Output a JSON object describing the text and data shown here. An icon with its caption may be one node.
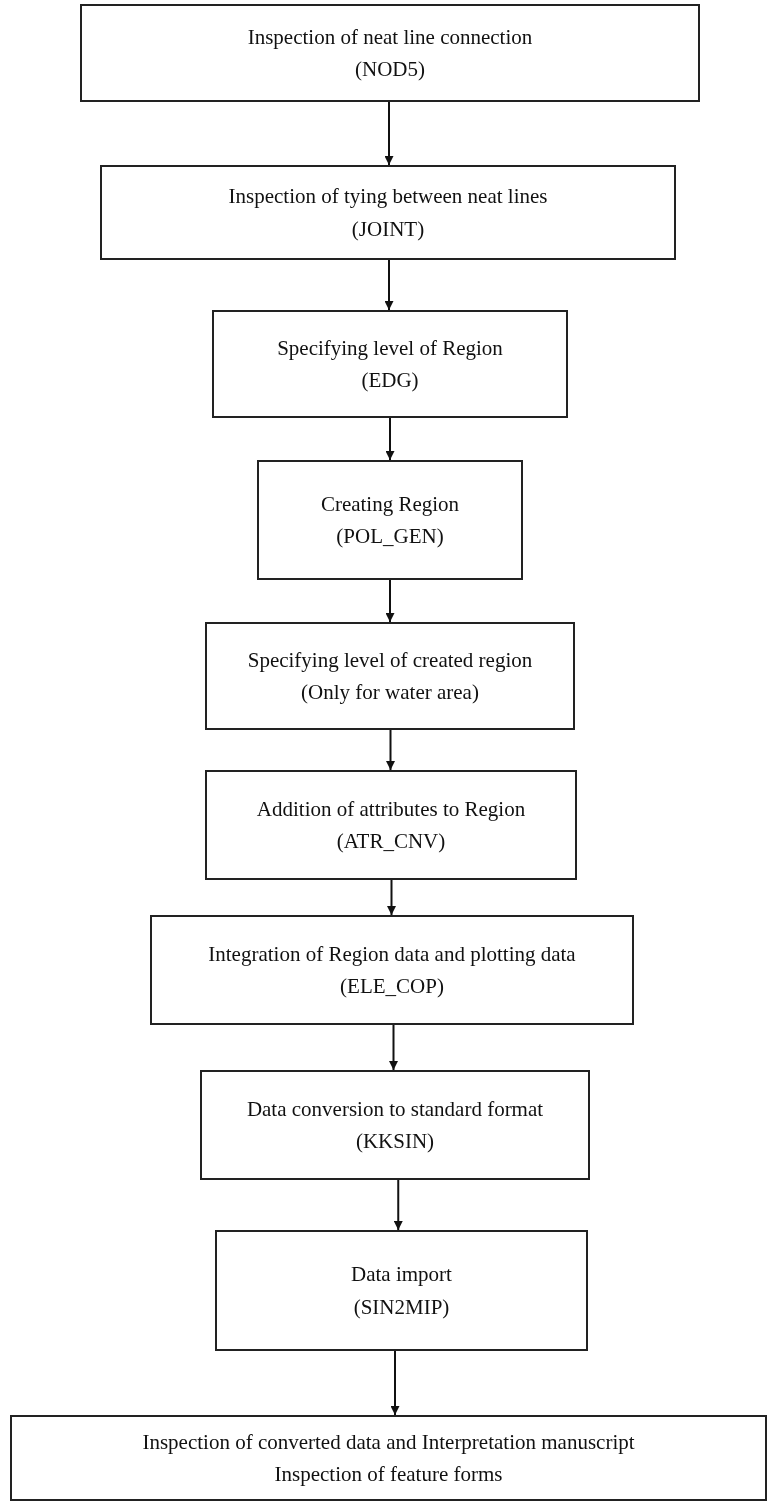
{
  "diagram": {
    "nodes": [
      {
        "text": [
          "Inspection of neat line connection",
          "(NOD5)"
        ]
      },
      {
        "text": [
          "Inspection of tying between neat lines",
          "(JOINT)"
        ]
      },
      {
        "text": [
          "Specifying level of Region",
          "(EDG)"
        ]
      },
      {
        "text": [
          "Creating Region",
          "(POL_GEN)"
        ]
      },
      {
        "text": [
          "Specifying level of created region",
          "(Only for water area)"
        ]
      },
      {
        "text": [
          "Addition of attributes to Region",
          "(ATR_CNV)"
        ]
      },
      {
        "text": [
          "Integration of Region data and plotting data",
          "(ELE_COP)"
        ]
      },
      {
        "text": [
          "Data conversion to standard format",
          "(KKSIN)"
        ]
      },
      {
        "text": [
          "Data import",
          "(SIN2MIP)"
        ]
      },
      {
        "text": [
          "Inspection of converted data and Interpretation manuscript",
          "Inspection of feature forms"
        ]
      }
    ],
    "edges": [
      {
        "from": 0,
        "to": 1,
        "arrow": "to"
      },
      {
        "from": 1,
        "to": 2,
        "arrow": "to"
      },
      {
        "from": 2,
        "to": 3,
        "arrow": "to"
      },
      {
        "from": 3,
        "to": 4,
        "arrow": "to"
      },
      {
        "from": 4,
        "to": 5,
        "arrow": "to"
      },
      {
        "from": 5,
        "to": 6,
        "arrow": "to"
      },
      {
        "from": 6,
        "to": 7,
        "arrow": "to"
      },
      {
        "from": 7,
        "to": 8,
        "arrow": "to"
      },
      {
        "from": 8,
        "to": 9,
        "arrow": "to"
      }
    ]
  }
}
